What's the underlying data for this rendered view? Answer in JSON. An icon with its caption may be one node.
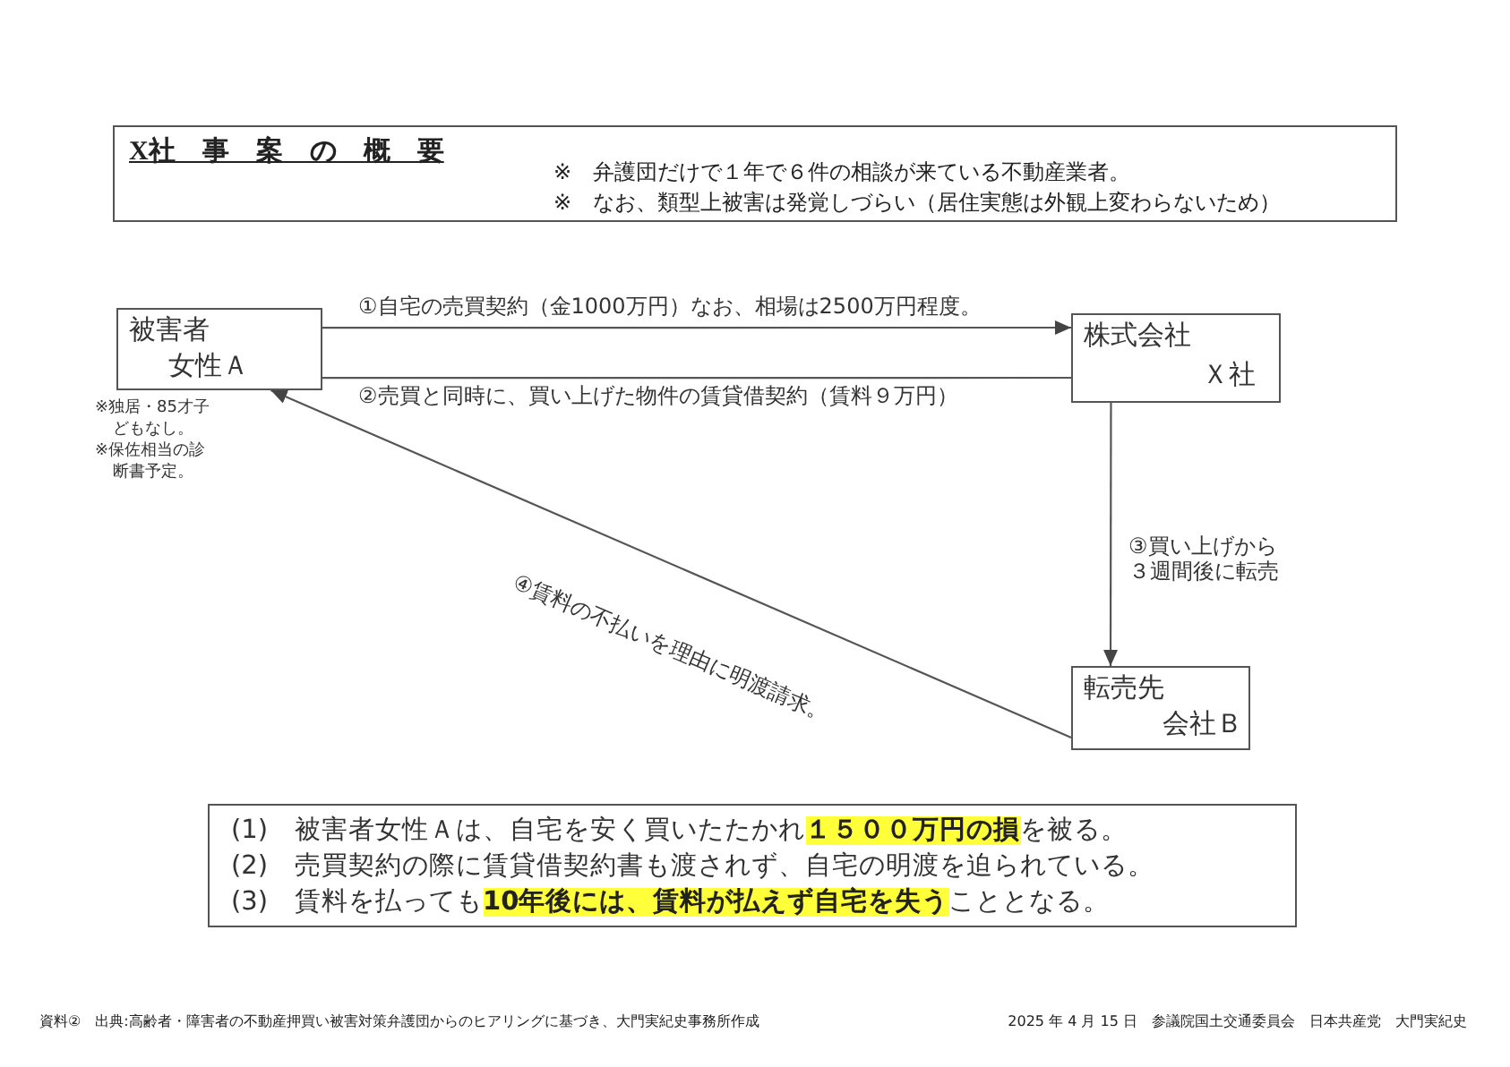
{
  "diagram": {
    "nodes": [
      {
        "text": [
          "X社　事　案　の　概　要",
          "※　弁護団だけで１年で６件の相談が来ている不動産業者。",
          "※　なお、類型上被害は発覚しづらい（居住実態は外観上変わらないため）"
        ]
      },
      {
        "text": [
          "被害者",
          "女性Ａ"
        ],
        "beside": [
          "※独居・85才子どもなし。",
          "※保佐相当の診断書予定。"
        ]
      },
      {
        "text": [
          "株式会社",
          "Ｘ社"
        ]
      },
      {
        "text": [
          "転売先",
          "会社Ｂ"
        ]
      },
      {
        "text": [
          "(1)　被害者女性Ａは、自宅を安く買いたたかれ**１５００万円の損**を被る。",
          "(2)　売買契約の際に賃貸借契約書も渡されず、自宅の明渡を迫られている。",
          "(3)　賃料を払っても**10年後には、賃料が払えず自宅を失う**こととなる。"
        ]
      }
    ],
    "edges": [
      {
        "from": 1,
        "to": 2,
        "arrow": "to",
        "label": "①自宅の売買契約（金1000万円）なお、相場は2500万円程度。"
      },
      {
        "from": 2,
        "to": 1,
        "arrow": "none",
        "label": "②売買と同時に、買い上げた物件の賃貸借契約（賃料９万円）"
      },
      {
        "from": 2,
        "to": 3,
        "arrow": "to",
        "label": "③買い上げから３週間後に転売"
      },
      {
        "from": 3,
        "to": 1,
        "arrow": "to",
        "label": "④賃料の不払いを理由に明渡請求。"
      }
    ],
    "labels": [
      "資料②　出典:高齢者・障害者の不動産押買い被害対策弁護団からのヒアリングに基づき、大門実紀史事務所作成",
      "2025 年 4 月 15 日　参議院国土交通委員会　日本共産党　大門実紀史"
    ]
  }
}
